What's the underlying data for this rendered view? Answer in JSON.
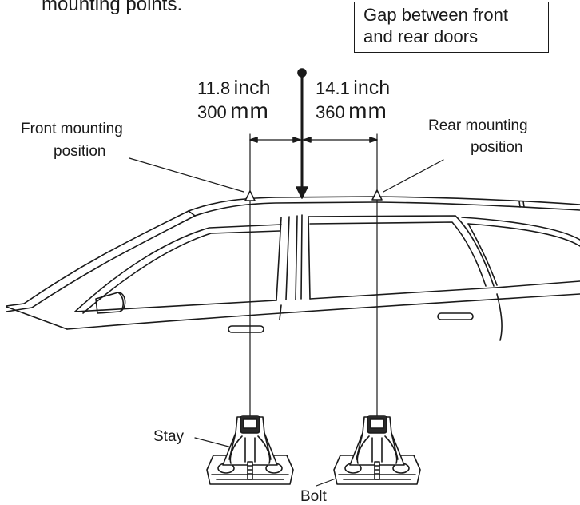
{
  "intro_text": "mounting points.",
  "gap_box": {
    "line1": "Gap between front",
    "line2": "and rear doors"
  },
  "front_dim": {
    "inch_value": "11.8",
    "inch_unit": "inch",
    "mm_value": "300",
    "mm_unit": "mm"
  },
  "rear_dim": {
    "inch_value": "14.1",
    "inch_unit": "inch",
    "mm_value": "360",
    "mm_unit": "mm"
  },
  "front_label": {
    "line1": "Front mounting",
    "line2": "position"
  },
  "rear_label": {
    "line1": "Rear mounting",
    "line2": "position"
  },
  "stay_label": "Stay",
  "bolt_label": "Bolt"
}
